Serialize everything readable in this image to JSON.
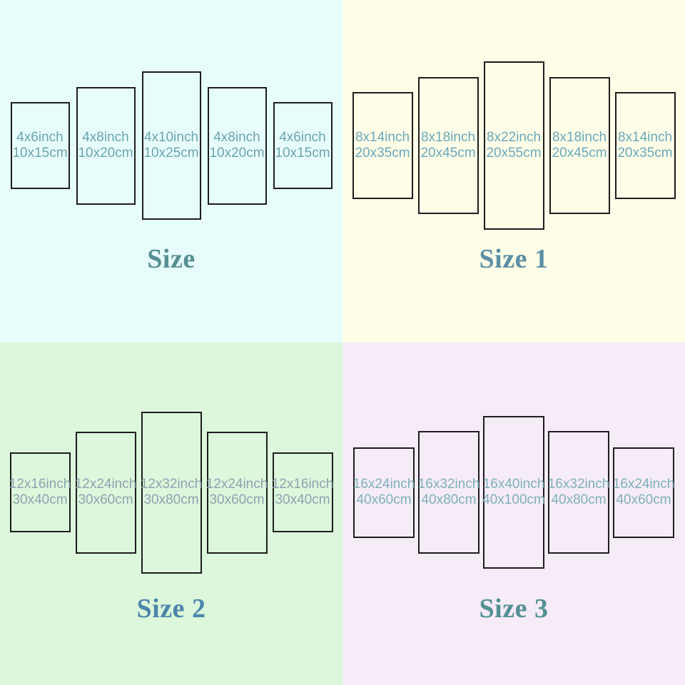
{
  "quadrants": [
    {
      "label": "Size",
      "bg_color": "#e7fdfc",
      "text_color": "#6ba4ae",
      "label_color": "#578e93",
      "border_color": "#1d1d1d",
      "panels": [
        {
          "inch": "4x6inch",
          "cm": "10x15cm"
        },
        {
          "inch": "4x8inch",
          "cm": "10x20cm"
        },
        {
          "inch": "4x10inch",
          "cm": "10x25cm"
        },
        {
          "inch": "4x8inch",
          "cm": "10x20cm"
        },
        {
          "inch": "4x6inch",
          "cm": "10x15cm"
        }
      ]
    },
    {
      "label": "Size 1",
      "bg_color": "#fdfde8",
      "text_color": "#6ba8bb",
      "label_color": "#5c8fa6",
      "border_color": "#1d1d1d",
      "panels": [
        {
          "inch": "8x14inch",
          "cm": "20x35cm"
        },
        {
          "inch": "8x18inch",
          "cm": "20x45cm"
        },
        {
          "inch": "8x22inch",
          "cm": "20x55cm"
        },
        {
          "inch": "8x18inch",
          "cm": "20x45cm"
        },
        {
          "inch": "8x14inch",
          "cm": "20x35cm"
        }
      ]
    },
    {
      "label": "Size 2",
      "bg_color": "#dcf7db",
      "text_color": "#8da3b2",
      "label_color": "#4d86ab",
      "border_color": "#1d1d1d",
      "panels": [
        {
          "inch": "12x16inch",
          "cm": "30x40cm"
        },
        {
          "inch": "12x24inch",
          "cm": "30x60cm"
        },
        {
          "inch": "12x32inch",
          "cm": "30x80cm"
        },
        {
          "inch": "12x24inch",
          "cm": "30x60cm"
        },
        {
          "inch": "12x16inch",
          "cm": "30x40cm"
        }
      ]
    },
    {
      "label": "Size 3",
      "bg_color": "#f5ecf7",
      "text_color": "#7fb0bb",
      "label_color": "#549094",
      "border_color": "#1d1d1d",
      "panels": [
        {
          "inch": "16x24inch",
          "cm": "40x60cm"
        },
        {
          "inch": "16x32inch",
          "cm": "40x80cm"
        },
        {
          "inch": "16x40inch",
          "cm": "40x100cm"
        },
        {
          "inch": "16x32inch",
          "cm": "40x80cm"
        },
        {
          "inch": "16x24inch",
          "cm": "40x60cm"
        }
      ]
    }
  ]
}
